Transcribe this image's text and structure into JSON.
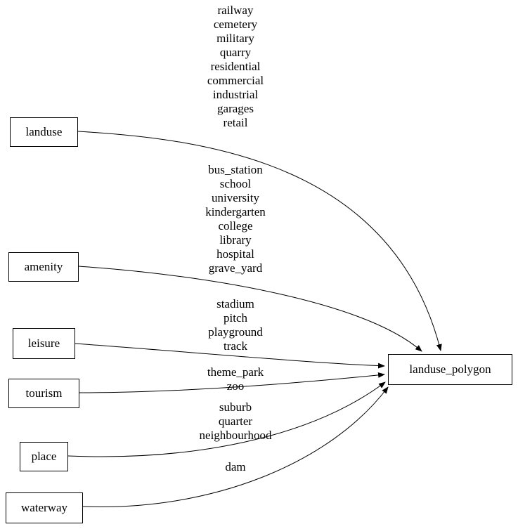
{
  "diagram": {
    "nodes": {
      "landuse": {
        "label": "landuse"
      },
      "amenity": {
        "label": "amenity"
      },
      "leisure": {
        "label": "leisure"
      },
      "tourism": {
        "label": "tourism"
      },
      "place": {
        "label": "place"
      },
      "waterway": {
        "label": "waterway"
      },
      "landuse_polygon": {
        "label": "landuse_polygon"
      }
    },
    "edge_labels": {
      "landuse": "railway\ncemetery\nmilitary\nquarry\nresidential\ncommercial\nindustrial\ngarages\nretail",
      "amenity": "bus_station\nschool\nuniversity\nkindergarten\ncollege\nlibrary\nhospital\ngrave_yard",
      "leisure": "stadium\npitch\nplayground\ntrack",
      "tourism": "theme_park\nzoo",
      "place": "suburb\nquarter\nneighbourhood",
      "waterway": "dam"
    },
    "colors": {
      "edge": "#000000",
      "node_border": "#000000",
      "background": "#ffffff"
    }
  }
}
